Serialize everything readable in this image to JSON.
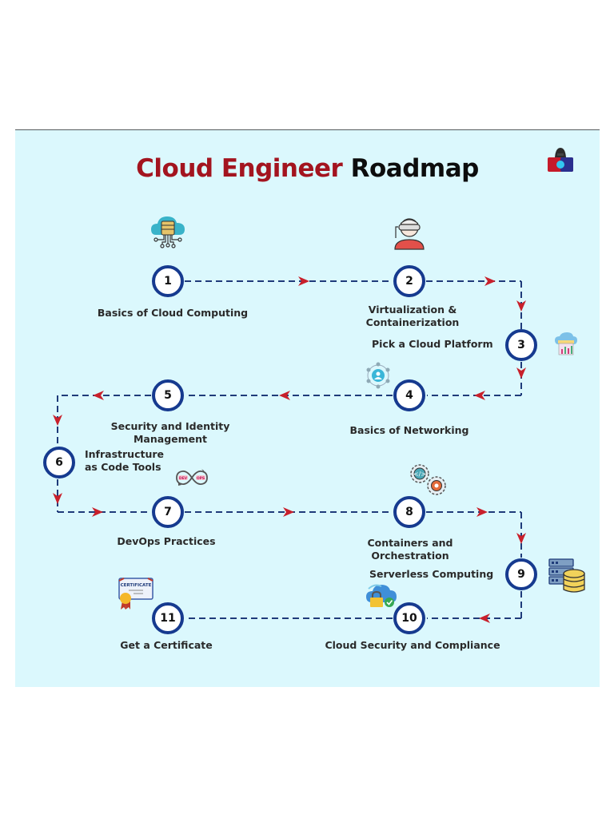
{
  "title": {
    "part1": "Cloud Engineer",
    "part2": "Roadmap"
  },
  "colors": {
    "background": "#dbf8fd",
    "title_accent": "#a3141f",
    "node_border": "#163a8f",
    "path_line": "#1f3b7a",
    "arrow": "#c8202b"
  },
  "logo_icon": "hacker-laptop-icon",
  "steps": [
    {
      "number": "1",
      "label": "Basics of Cloud Computing",
      "icon": "cloud-server-icon"
    },
    {
      "number": "2",
      "label_line1": "Virtualization &",
      "label_line2": "Containerization",
      "icon": "vr-headset-person-icon"
    },
    {
      "number": "3",
      "label": "Pick a Cloud Platform",
      "icon": "cloud-analytics-icon"
    },
    {
      "number": "4",
      "label": "Basics of Networking",
      "icon": "network-hub-icon"
    },
    {
      "number": "5",
      "label_line1": "Security and Identity",
      "label_line2": "Management",
      "icon": null
    },
    {
      "number": "6",
      "label_line1": "Infrastructure",
      "label_line2": "as Code Tools",
      "icon": null
    },
    {
      "number": "7",
      "label": "DevOps Practices",
      "icon": "devops-loop-icon"
    },
    {
      "number": "8",
      "label_line1": "Containers and",
      "label_line2": "Orchestration",
      "icon": "gears-icon"
    },
    {
      "number": "9",
      "label": "Serverless Computing",
      "icon": "server-database-icon"
    },
    {
      "number": "10",
      "label": "Cloud Security and Compliance",
      "icon": "cloud-lock-icon"
    },
    {
      "number": "11",
      "label": "Get a Certificate",
      "icon": "certificate-icon"
    }
  ],
  "devops_icon_text": {
    "left": "DEV",
    "right": "OPS"
  },
  "certificate_icon_text": "CERTIFICATE"
}
